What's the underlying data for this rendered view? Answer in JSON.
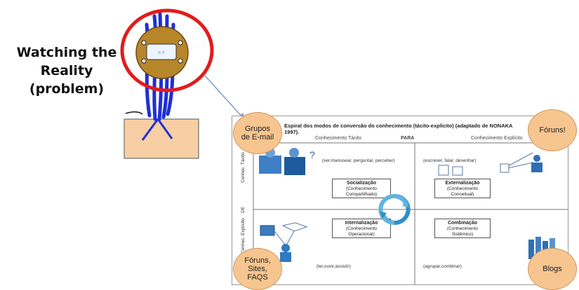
{
  "watching_label": [
    "Watching the",
    "Reality",
    "(problem)"
  ],
  "paper": {
    "title_line1": "Espiral dos modos de conversão do conhecimento (tácito-explícito) (adaptado de NONAKA",
    "title_line2": "1997).",
    "col_left": "Conhecimento Tácito",
    "col_mid": "PARA",
    "col_right": "Conhecimento Explícito",
    "row_top": "Conhec. Tácito",
    "row_mid": "DE",
    "row_bottom": "Conhec. Explícito",
    "q_tl": {
      "actions": "(ver,manusear, perguntar, perceber)",
      "title": "Socialização",
      "sub": "(Conhecimento Compartilhado)"
    },
    "q_tr": {
      "actions": "(escrever, falar, desenhar)",
      "title": "Externalização",
      "sub": "(Conhecimento Conceitual)"
    },
    "q_bl": {
      "actions": "(ler,ouvir,assistir)",
      "title": "Internalização",
      "sub": "(Conhecimento Operacional)"
    },
    "q_br": {
      "actions": "(agrupar,combinar)",
      "title": "Combinação",
      "sub": "(Conhecimento Sistêmico)"
    }
  },
  "bubbles": {
    "grupos": [
      "Grupos",
      "de E-mail"
    ],
    "foruns": [
      "Fóruns!"
    ],
    "foruns_sites": [
      "Fóruns,",
      "Sites,",
      "FAQS"
    ],
    "blogs": [
      "Blogs"
    ]
  },
  "colors": {
    "bubble": "#f7c58f",
    "red_circle": "#e41b1b",
    "figure_blue": "#1f2fd6",
    "ground": "#f8cfa4",
    "disc": "#b7862a",
    "arrow": "#7f9cc4"
  }
}
